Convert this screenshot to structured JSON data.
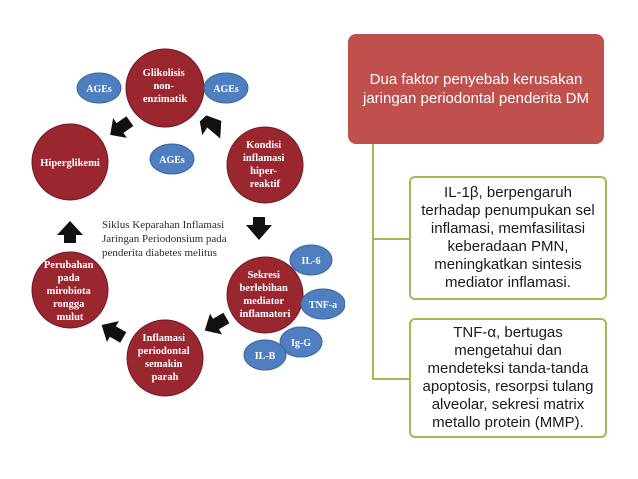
{
  "cycle": {
    "center_lines": [
      "Siklus Keparahan Inflamasi",
      "Jaringan Periodonsium pada",
      "penderita diabetes melitus"
    ],
    "nodes": {
      "glikolisis": [
        "Glikolisis",
        "non-",
        "enzimatik"
      ],
      "kondisi": [
        "Kondisi",
        "inflamasi",
        "hiper-",
        "reaktif"
      ],
      "sekresi": [
        "Sekresi",
        "berlebihan",
        "mediator",
        "inflamatori"
      ],
      "inflamasi": [
        "Inflamasi",
        "periodontal",
        "semakin",
        "parah"
      ],
      "perubahan": [
        "Perubahan",
        "pada",
        "mirobiota",
        "rongga",
        "mulut"
      ],
      "hiperglikemi": [
        "Hiperglikemi"
      ]
    },
    "ages_label": "AGEs",
    "mediators": {
      "il6": "IL-6",
      "tnfa": "TNF-a",
      "igg": "Ig-G",
      "ilb": "IL-B"
    }
  },
  "header": {
    "lines": [
      "Dua faktor penyebab kerusakan",
      "jaringan periodontal penderita DM"
    ]
  },
  "items": [
    {
      "lines": [
        "IL-1β, berpengaruh",
        "terhadap penumpukan sel",
        "inflamasi, memfasilitasi",
        "keberadaan PMN,",
        "meningkatkan sintesis",
        "mediator inflamasi."
      ]
    },
    {
      "lines": [
        "TNF-α, bertugas",
        "mengetahui dan",
        "mendeteksi tanda-tanda",
        "apoptosis, resorpsi tulang",
        "alveolar, sekresi matrix",
        "metallo protein (MMP)."
      ]
    }
  ],
  "colors": {
    "node_red": "#9a2630",
    "oval_blue": "#4f7fc0",
    "header_red": "#c0504d",
    "connector_green": "#9bbb59"
  }
}
